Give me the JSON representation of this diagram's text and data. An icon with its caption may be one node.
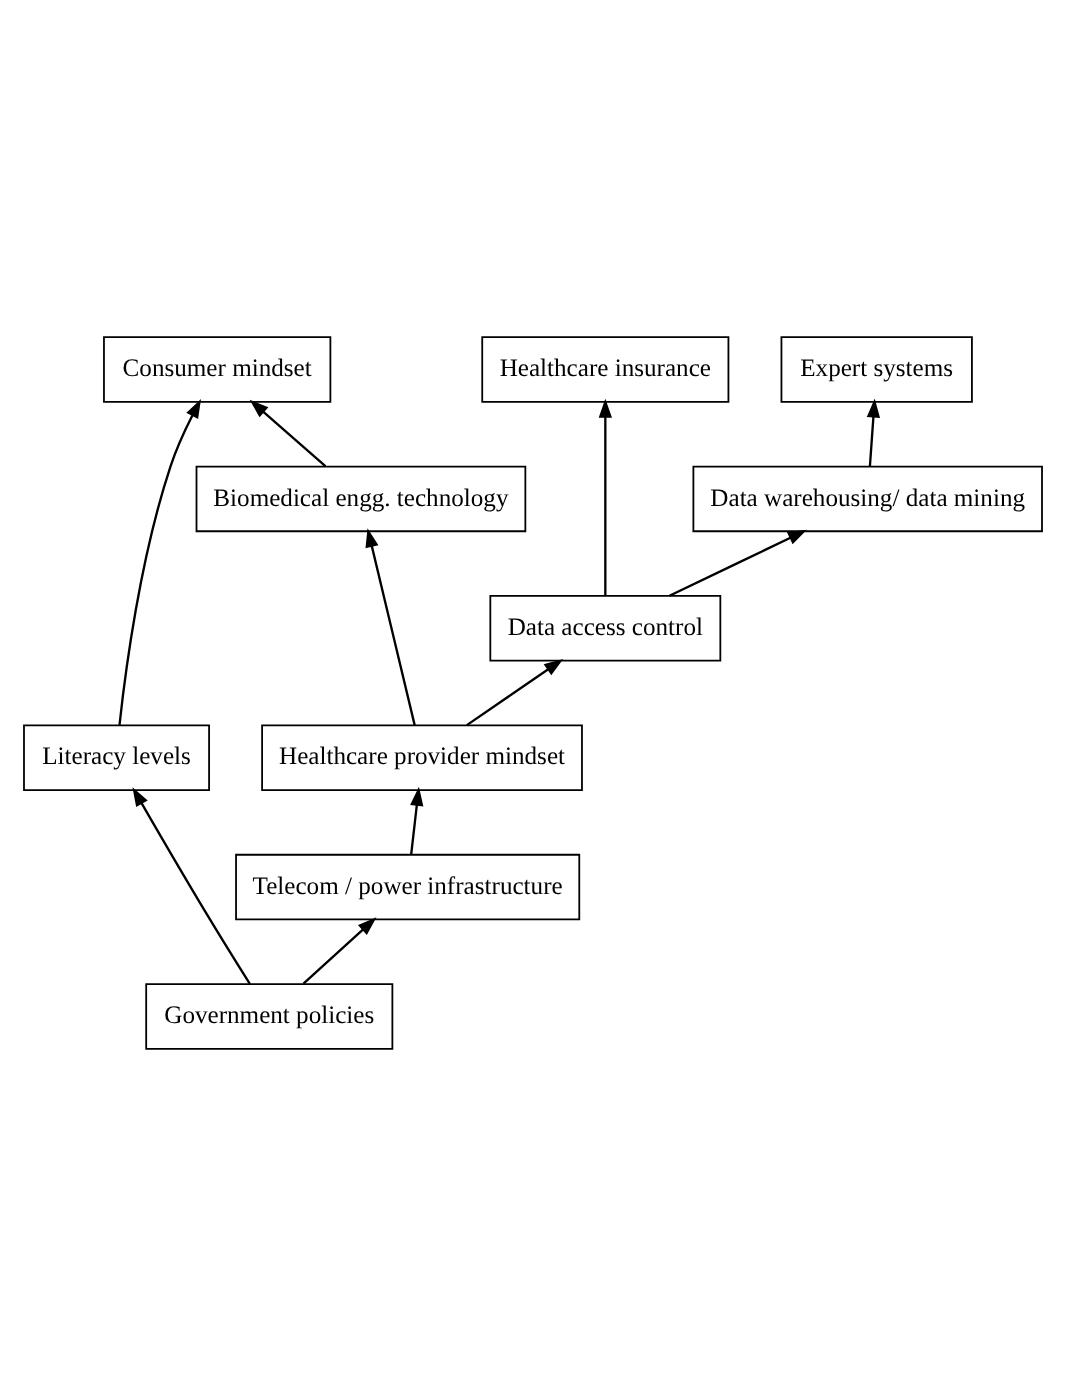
{
  "diagram": {
    "nodes": [
      {
        "text": [
          "Expert systems"
        ]
      },
      {
        "text": [
          "Healthcare insurance"
        ]
      },
      {
        "text": [
          "Consumer mindset"
        ]
      },
      {
        "text": [
          "Data warehousing/ data mining"
        ]
      },
      {
        "text": [
          "Biomedical engg. technology"
        ]
      },
      {
        "text": [
          "Literacy levels"
        ]
      },
      {
        "text": [
          "Data access control"
        ]
      },
      {
        "text": [
          "Healthcare provider mindset"
        ]
      },
      {
        "text": [
          "Telecom / power infrastructure"
        ]
      },
      {
        "text": [
          "Government policies"
        ]
      }
    ],
    "edges": [
      {
        "from": 3,
        "to": 0,
        "arrow": "to"
      },
      {
        "from": 6,
        "to": 1,
        "arrow": "to"
      },
      {
        "from": 4,
        "to": 2,
        "arrow": "to"
      },
      {
        "from": 5,
        "to": 2,
        "arrow": "to"
      },
      {
        "from": 6,
        "to": 3,
        "arrow": "to"
      },
      {
        "from": 7,
        "to": 6,
        "arrow": "to"
      },
      {
        "from": 7,
        "to": 4,
        "arrow": "to"
      },
      {
        "from": 8,
        "to": 7,
        "arrow": "to"
      },
      {
        "from": 9,
        "to": 8,
        "arrow": "to"
      },
      {
        "from": 9,
        "to": 5,
        "arrow": "to"
      }
    ]
  }
}
